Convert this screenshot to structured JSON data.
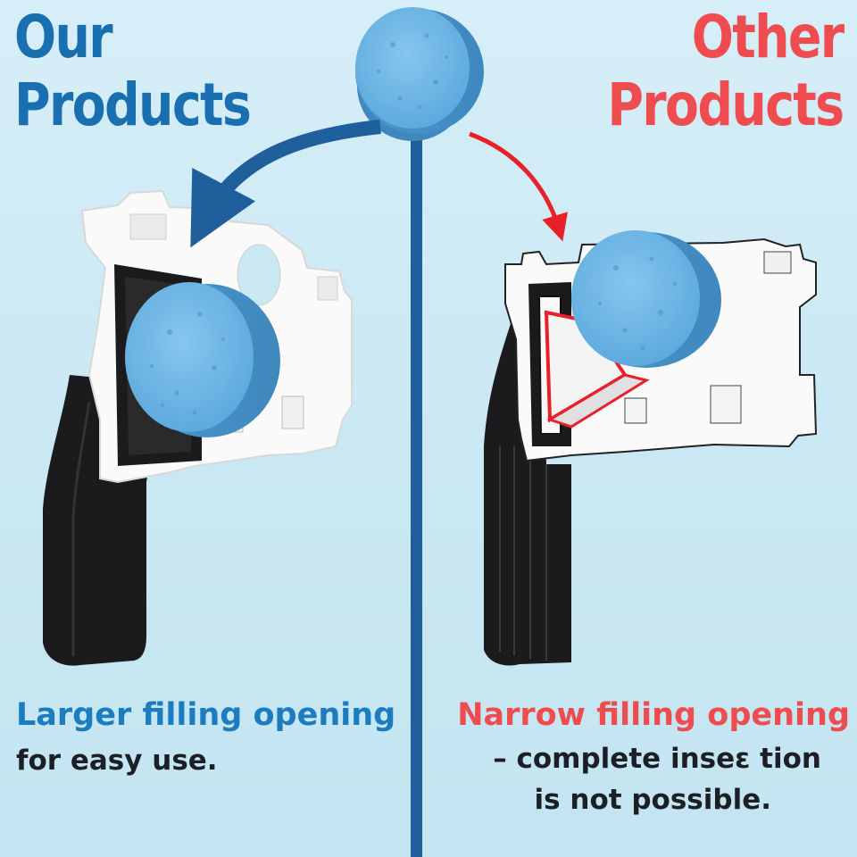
{
  "left": {
    "heading_line1": "Our",
    "heading_line2": "Products",
    "caption_title": "Larger filling opening",
    "caption_sub": "for easy use.",
    "accent_color": "#1a6fb0"
  },
  "right": {
    "heading_line1": "Other",
    "heading_line2": "Products",
    "caption_title": "Narrow filling opening",
    "caption_sub_line1": "– complete inseε tion",
    "caption_sub_line2": "is not possible.",
    "accent_color": "#ee4c4f"
  },
  "divider_color": "#1f5f9c",
  "tablet_color": "#6fb8e6"
}
